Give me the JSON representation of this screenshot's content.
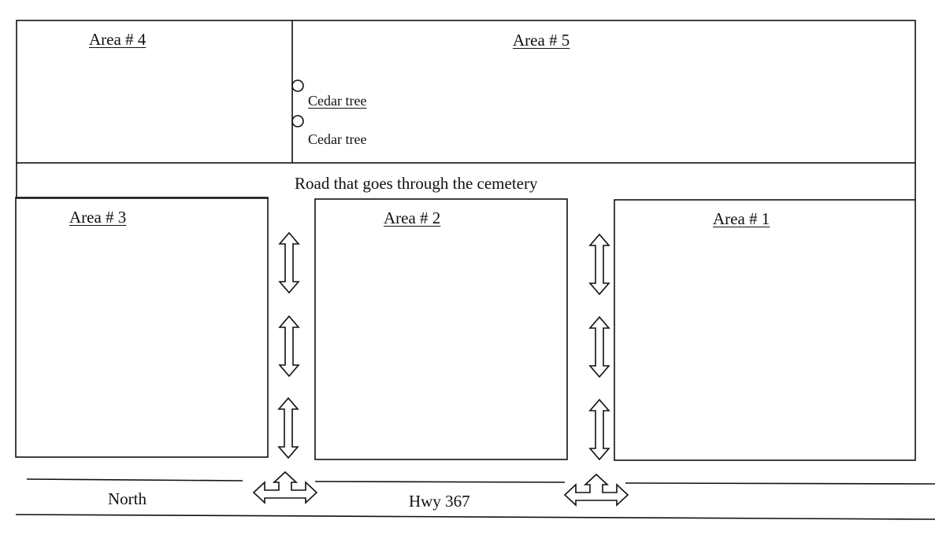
{
  "title": "Cemetery area map",
  "areas": [
    {
      "id": "area-1",
      "label": "Area # 1"
    },
    {
      "id": "area-2",
      "label": "Area # 2"
    },
    {
      "id": "area-3",
      "label": "Area # 3"
    },
    {
      "id": "area-4",
      "label": "Area # 4"
    },
    {
      "id": "area-5",
      "label": "Area # 5"
    }
  ],
  "landmarks": [
    {
      "type": "cedar-tree",
      "label": "Cedar tree",
      "underlined": true
    },
    {
      "type": "cedar-tree",
      "label": "Cedar tree",
      "underlined": false
    }
  ],
  "roads": {
    "internal": "Road that goes through the cemetery",
    "highway": "Hwy 367",
    "direction": "North"
  },
  "arrows": {
    "lane_double_arrows_per_lane": 3,
    "lanes": 2,
    "highway_entrances": 2
  },
  "colors": {
    "line": "#111111",
    "background": "#ffffff"
  }
}
